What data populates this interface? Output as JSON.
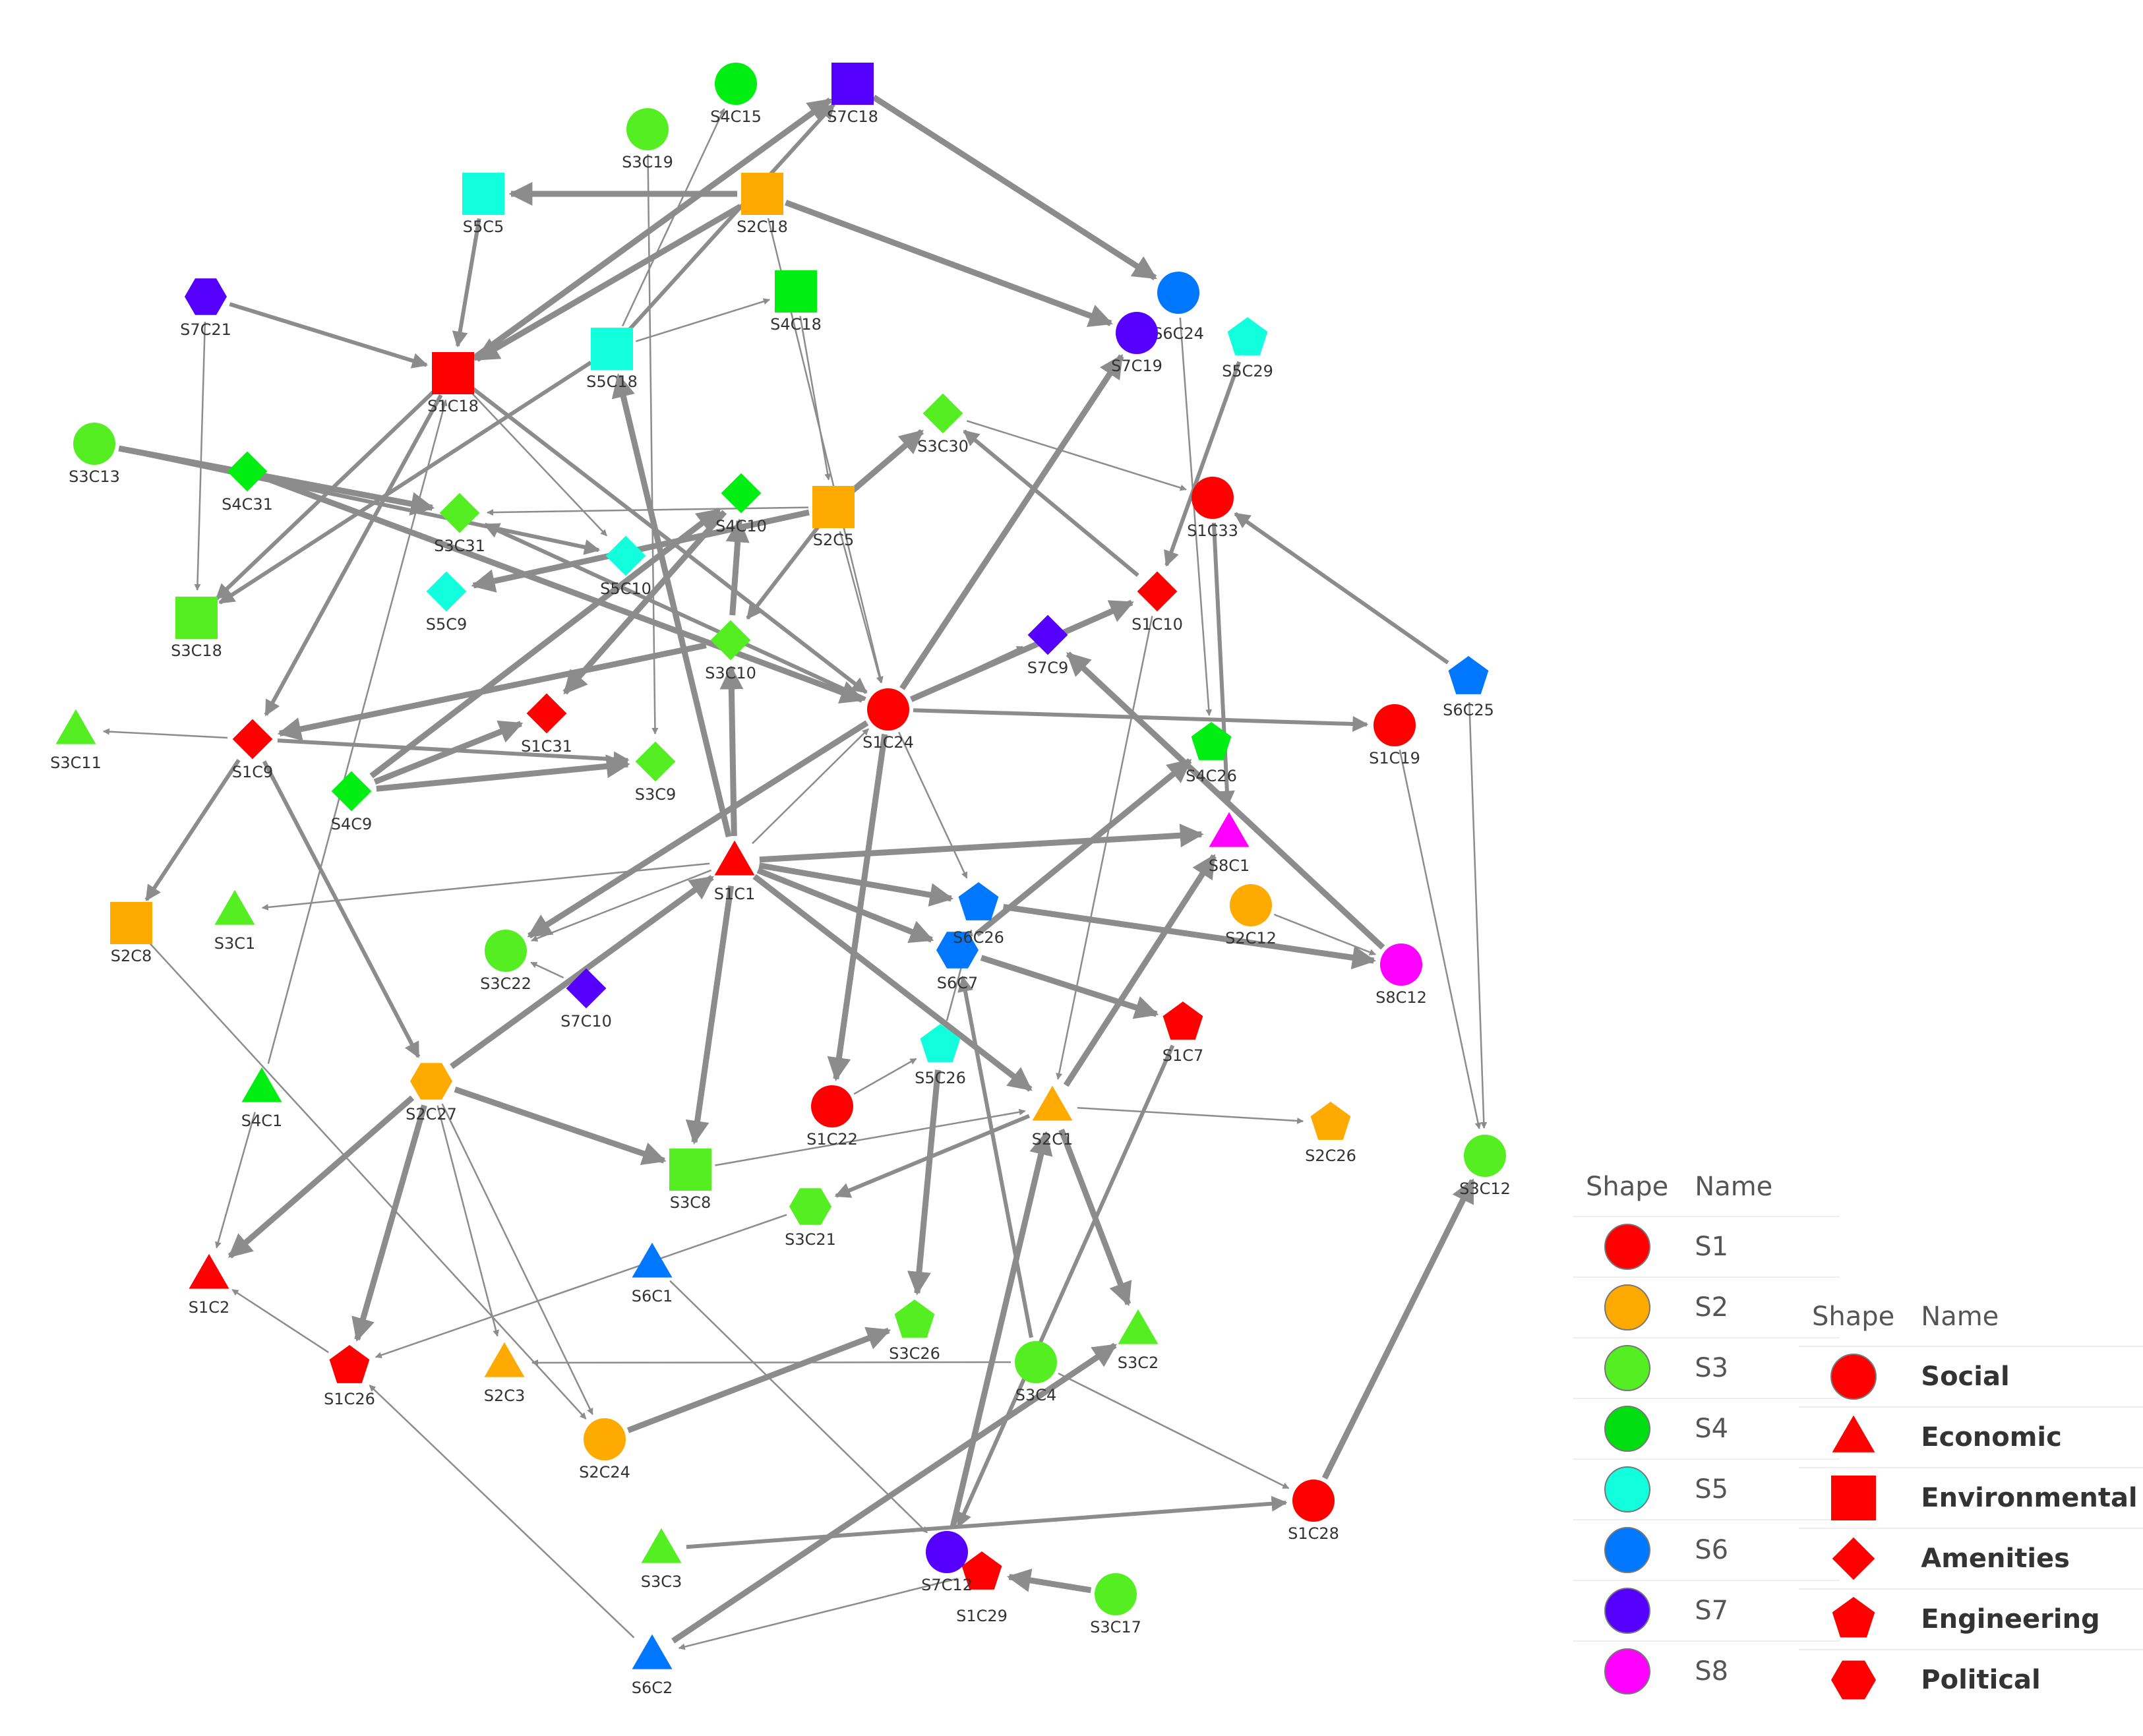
{
  "colors": {
    "S1": "#ff0000",
    "S2": "#ffaa00",
    "S3": "#55ee22",
    "S4": "#00ee11",
    "S5": "#11ffdd",
    "S6": "#0077ff",
    "S7": "#5500ff",
    "S8": "#ff00ff",
    "edge": "#8c8c8c"
  },
  "nodes": [
    {
      "id": "S1C1",
      "group": "S1",
      "shape": "triangle"
    },
    {
      "id": "S1C2",
      "group": "S1",
      "shape": "triangle"
    },
    {
      "id": "S1C7",
      "group": "S1",
      "shape": "pentagon"
    },
    {
      "id": "S1C9",
      "group": "S1",
      "shape": "diamond"
    },
    {
      "id": "S1C10",
      "group": "S1",
      "shape": "diamond"
    },
    {
      "id": "S1C18",
      "group": "S1",
      "shape": "square"
    },
    {
      "id": "S1C19",
      "group": "S1",
      "shape": "circle"
    },
    {
      "id": "S1C22",
      "group": "S1",
      "shape": "circle"
    },
    {
      "id": "S1C24",
      "group": "S1",
      "shape": "circle"
    },
    {
      "id": "S1C26",
      "group": "S1",
      "shape": "pentagon"
    },
    {
      "id": "S1C28",
      "group": "S1",
      "shape": "circle"
    },
    {
      "id": "S1C29",
      "group": "S1",
      "shape": "pentagon"
    },
    {
      "id": "S1C31",
      "group": "S1",
      "shape": "diamond"
    },
    {
      "id": "S1C33",
      "group": "S1",
      "shape": "circle"
    },
    {
      "id": "S2C1",
      "group": "S2",
      "shape": "triangle"
    },
    {
      "id": "S2C3",
      "group": "S2",
      "shape": "triangle"
    },
    {
      "id": "S2C5",
      "group": "S2",
      "shape": "square"
    },
    {
      "id": "S2C8",
      "group": "S2",
      "shape": "square"
    },
    {
      "id": "S2C12",
      "group": "S2",
      "shape": "circle"
    },
    {
      "id": "S2C18",
      "group": "S2",
      "shape": "square"
    },
    {
      "id": "S2C24",
      "group": "S2",
      "shape": "circle"
    },
    {
      "id": "S2C26",
      "group": "S2",
      "shape": "pentagon"
    },
    {
      "id": "S2C27",
      "group": "S2",
      "shape": "hexagon"
    },
    {
      "id": "S3C1",
      "group": "S3",
      "shape": "triangle"
    },
    {
      "id": "S3C2",
      "group": "S3",
      "shape": "triangle"
    },
    {
      "id": "S3C3",
      "group": "S3",
      "shape": "triangle"
    },
    {
      "id": "S3C4",
      "group": "S3",
      "shape": "circle"
    },
    {
      "id": "S3C8",
      "group": "S3",
      "shape": "square"
    },
    {
      "id": "S3C9",
      "group": "S3",
      "shape": "diamond"
    },
    {
      "id": "S3C10",
      "group": "S3",
      "shape": "diamond"
    },
    {
      "id": "S3C11",
      "group": "S3",
      "shape": "triangle"
    },
    {
      "id": "S3C12",
      "group": "S3",
      "shape": "circle"
    },
    {
      "id": "S3C13",
      "group": "S3",
      "shape": "circle"
    },
    {
      "id": "S3C17",
      "group": "S3",
      "shape": "circle"
    },
    {
      "id": "S3C18",
      "group": "S3",
      "shape": "square"
    },
    {
      "id": "S3C19",
      "group": "S3",
      "shape": "circle"
    },
    {
      "id": "S3C21",
      "group": "S3",
      "shape": "hexagon"
    },
    {
      "id": "S3C22",
      "group": "S3",
      "shape": "circle"
    },
    {
      "id": "S3C26",
      "group": "S3",
      "shape": "pentagon"
    },
    {
      "id": "S3C30",
      "group": "S3",
      "shape": "diamond"
    },
    {
      "id": "S3C31",
      "group": "S3",
      "shape": "diamond"
    },
    {
      "id": "S4C1",
      "group": "S4",
      "shape": "triangle"
    },
    {
      "id": "S4C9",
      "group": "S4",
      "shape": "diamond"
    },
    {
      "id": "S4C10",
      "group": "S4",
      "shape": "diamond"
    },
    {
      "id": "S4C15",
      "group": "S4",
      "shape": "circle"
    },
    {
      "id": "S4C18",
      "group": "S4",
      "shape": "square"
    },
    {
      "id": "S4C26",
      "group": "S4",
      "shape": "pentagon"
    },
    {
      "id": "S4C31",
      "group": "S4",
      "shape": "diamond"
    },
    {
      "id": "S5C5",
      "group": "S5",
      "shape": "square"
    },
    {
      "id": "S5C9",
      "group": "S5",
      "shape": "diamond"
    },
    {
      "id": "S5C10",
      "group": "S5",
      "shape": "diamond"
    },
    {
      "id": "S5C18",
      "group": "S5",
      "shape": "square"
    },
    {
      "id": "S5C26",
      "group": "S5",
      "shape": "pentagon"
    },
    {
      "id": "S5C29",
      "group": "S5",
      "shape": "pentagon"
    },
    {
      "id": "S6C1",
      "group": "S6",
      "shape": "triangle"
    },
    {
      "id": "S6C2",
      "group": "S6",
      "shape": "triangle"
    },
    {
      "id": "S6C7",
      "group": "S6",
      "shape": "hexagon"
    },
    {
      "id": "S6C24",
      "group": "S6",
      "shape": "circle"
    },
    {
      "id": "S6C25",
      "group": "S6",
      "shape": "pentagon"
    },
    {
      "id": "S6C26",
      "group": "S6",
      "shape": "pentagon"
    },
    {
      "id": "S7C9",
      "group": "S7",
      "shape": "diamond"
    },
    {
      "id": "S7C10",
      "group": "S7",
      "shape": "diamond"
    },
    {
      "id": "S7C12",
      "group": "S7",
      "shape": "circle"
    },
    {
      "id": "S7C18",
      "group": "S7",
      "shape": "square"
    },
    {
      "id": "S7C19",
      "group": "S7",
      "shape": "circle"
    },
    {
      "id": "S7C21",
      "group": "S7",
      "shape": "hexagon"
    },
    {
      "id": "S8C1",
      "group": "S8",
      "shape": "triangle"
    },
    {
      "id": "S8C12",
      "group": "S8",
      "shape": "circle"
    }
  ],
  "edges": [
    {
      "source": "S3C13",
      "target": "S3C31",
      "weight": 3
    },
    {
      "source": "S3C13",
      "target": "S5C10",
      "weight": 2
    },
    {
      "source": "S7C21",
      "target": "S1C18",
      "weight": 2
    },
    {
      "source": "S7C21",
      "target": "S3C18",
      "weight": 1
    },
    {
      "source": "S5C5",
      "target": "S1C18",
      "weight": 2
    },
    {
      "source": "S2C18",
      "target": "S5C5",
      "weight": 3
    },
    {
      "source": "S2C18",
      "target": "S1C18",
      "weight": 3
    },
    {
      "source": "S2C18",
      "target": "S7C19",
      "weight": 3
    },
    {
      "source": "S2C18",
      "target": "S1C24",
      "weight": 1
    },
    {
      "source": "S5C18",
      "target": "S7C18",
      "weight": 2
    },
    {
      "source": "S5C18",
      "target": "S4C15",
      "weight": 1
    },
    {
      "source": "S5C18",
      "target": "S4C18",
      "weight": 1
    },
    {
      "source": "S5C18",
      "target": "S3C18",
      "weight": 2
    },
    {
      "source": "S1C18",
      "target": "S7C18",
      "weight": 3
    },
    {
      "source": "S1C18",
      "target": "S5C10",
      "weight": 1
    },
    {
      "source": "S1C18",
      "target": "S1C9",
      "weight": 2
    },
    {
      "source": "S1C18",
      "target": "S3C18",
      "weight": 2
    },
    {
      "source": "S1C18",
      "target": "S1C24",
      "weight": 2
    },
    {
      "source": "S3C19",
      "target": "S3C9",
      "weight": 1
    },
    {
      "source": "S7C18",
      "target": "S6C24",
      "weight": 3
    },
    {
      "source": "S4C18",
      "target": "S2C5",
      "weight": 1
    },
    {
      "source": "S2C5",
      "target": "S3C30",
      "weight": 3
    },
    {
      "source": "S2C5",
      "target": "S3C31",
      "weight": 1
    },
    {
      "source": "S2C5",
      "target": "S5C9",
      "weight": 3
    },
    {
      "source": "S2C5",
      "target": "S1C24",
      "weight": 1
    },
    {
      "source": "S2C5",
      "target": "S3C10",
      "weight": 2
    },
    {
      "source": "S4C31",
      "target": "S1C24",
      "weight": 3
    },
    {
      "source": "S4C10",
      "target": "S1C31",
      "weight": 3
    },
    {
      "source": "S3C10",
      "target": "S4C10",
      "weight": 3
    },
    {
      "source": "S3C10",
      "target": "S1C9",
      "weight": 3
    },
    {
      "source": "S1C24",
      "target": "S1C10",
      "weight": 3
    },
    {
      "source": "S1C24",
      "target": "S1C19",
      "weight": 2
    },
    {
      "source": "S1C24",
      "target": "S7C19",
      "weight": 3
    },
    {
      "source": "S1C24",
      "target": "S1C22",
      "weight": 3
    },
    {
      "source": "S1C24",
      "target": "S3C22",
      "weight": 3
    },
    {
      "source": "S1C24",
      "target": "S3C31",
      "weight": 2
    },
    {
      "source": "S1C24",
      "target": "S6C26",
      "weight": 1
    },
    {
      "source": "S1C24",
      "target": "S7C9",
      "weight": 1
    },
    {
      "source": "S1C10",
      "target": "S3C30",
      "weight": 2
    },
    {
      "source": "S1C10",
      "target": "S2C1",
      "weight": 1
    },
    {
      "source": "S6C25",
      "target": "S1C33",
      "weight": 2
    },
    {
      "source": "S6C25",
      "target": "S3C12",
      "weight": 1
    },
    {
      "source": "S1C19",
      "target": "S3C12",
      "weight": 1
    },
    {
      "source": "S1C1",
      "target": "S5C18",
      "weight": 3
    },
    {
      "source": "S1C1",
      "target": "S3C10",
      "weight": 3
    },
    {
      "source": "S1C1",
      "target": "S8C1",
      "weight": 3
    },
    {
      "source": "S1C1",
      "target": "S6C26",
      "weight": 3
    },
    {
      "source": "S1C1",
      "target": "S6C7",
      "weight": 3
    },
    {
      "source": "S1C1",
      "target": "S2C1",
      "weight": 3
    },
    {
      "source": "S1C1",
      "target": "S3C8",
      "weight": 3
    },
    {
      "source": "S1C1",
      "target": "S3C1",
      "weight": 1
    },
    {
      "source": "S1C1",
      "target": "S3C22",
      "weight": 1
    },
    {
      "source": "S1C1",
      "target": "S1C24",
      "weight": 1
    },
    {
      "source": "S4C9",
      "target": "S1C31",
      "weight": 3
    },
    {
      "source": "S4C9",
      "target": "S3C9",
      "weight": 3
    },
    {
      "source": "S4C9",
      "target": "S4C10",
      "weight": 3
    },
    {
      "source": "S1C9",
      "target": "S3C11",
      "weight": 1
    },
    {
      "source": "S1C9",
      "target": "S2C8",
      "weight": 2
    },
    {
      "source": "S1C9",
      "target": "S2C27",
      "weight": 2
    },
    {
      "source": "S1C9",
      "target": "S3C9",
      "weight": 2
    },
    {
      "source": "S2C27",
      "target": "S1C2",
      "weight": 3
    },
    {
      "source": "S2C27",
      "target": "S1C26",
      "weight": 3
    },
    {
      "source": "S2C27",
      "target": "S3C8",
      "weight": 3
    },
    {
      "source": "S2C27",
      "target": "S1C1",
      "weight": 3
    },
    {
      "source": "S2C27",
      "target": "S2C3",
      "weight": 1
    },
    {
      "source": "S2C27",
      "target": "S2C24",
      "weight": 1
    },
    {
      "source": "S6C7",
      "target": "S4C26",
      "weight": 3
    },
    {
      "source": "S6C7",
      "target": "S1C7",
      "weight": 3
    },
    {
      "source": "S6C26",
      "target": "S8C12",
      "weight": 3
    },
    {
      "source": "S8C12",
      "target": "S7C9",
      "weight": 3
    },
    {
      "source": "S2C1",
      "target": "S8C1",
      "weight": 3
    },
    {
      "source": "S2C1",
      "target": "S3C2",
      "weight": 3
    },
    {
      "source": "S2C1",
      "target": "S2C26",
      "weight": 1
    },
    {
      "source": "S2C1",
      "target": "S3C21",
      "weight": 2
    },
    {
      "source": "S5C26",
      "target": "S3C26",
      "weight": 3
    },
    {
      "source": "S5C26",
      "target": "S6C26",
      "weight": 1
    },
    {
      "source": "S1C22",
      "target": "S5C26",
      "weight": 1
    },
    {
      "source": "S3C8",
      "target": "S2C1",
      "weight": 1
    },
    {
      "source": "S3C4",
      "target": "S6C7",
      "weight": 2
    },
    {
      "source": "S3C4",
      "target": "S2C3",
      "weight": 1
    },
    {
      "source": "S3C4",
      "target": "S1C28",
      "weight": 1
    },
    {
      "source": "S2C24",
      "target": "S3C26",
      "weight": 3
    },
    {
      "source": "S3C3",
      "target": "S1C28",
      "weight": 2
    },
    {
      "source": "S6C2",
      "target": "S3C2",
      "weight": 3
    },
    {
      "source": "S6C2",
      "target": "S1C26",
      "weight": 1
    },
    {
      "source": "S7C12",
      "target": "S2C1",
      "weight": 3
    },
    {
      "source": "S3C17",
      "target": "S1C29",
      "weight": 3
    },
    {
      "source": "S1C29",
      "target": "S6C2",
      "weight": 1
    },
    {
      "source": "S1C28",
      "target": "S3C12",
      "weight": 3
    },
    {
      "source": "S1C7",
      "target": "S7C12",
      "weight": 2
    },
    {
      "source": "S4C1",
      "target": "S1C2",
      "weight": 1
    },
    {
      "source": "S4C1",
      "target": "S1C18",
      "weight": 1
    },
    {
      "source": "S2C8",
      "target": "S2C24",
      "weight": 1
    },
    {
      "source": "S1C26",
      "target": "S1C2",
      "weight": 1
    },
    {
      "source": "S7C10",
      "target": "S3C22",
      "weight": 1
    },
    {
      "source": "S2C12",
      "target": "S8C12",
      "weight": 1
    },
    {
      "source": "S6C1",
      "target": "S7C12",
      "weight": 1
    },
    {
      "source": "S3C21",
      "target": "S1C26",
      "weight": 1
    },
    {
      "source": "S3C30",
      "target": "S1C33",
      "weight": 1
    },
    {
      "source": "S1C33",
      "target": "S8C1",
      "weight": 2
    },
    {
      "source": "S6C24",
      "target": "S4C26",
      "weight": 1
    },
    {
      "source": "S5C29",
      "target": "S1C10",
      "weight": 2
    }
  ],
  "legend_groups": {
    "header_shape": "Shape",
    "header_name": "Name",
    "items": [
      {
        "label": "S1",
        "color": "#ff0000"
      },
      {
        "label": "S2",
        "color": "#ffaa00"
      },
      {
        "label": "S3",
        "color": "#55ee22"
      },
      {
        "label": "S4",
        "color": "#00dd11"
      },
      {
        "label": "S5",
        "color": "#11ffdd"
      },
      {
        "label": "S6",
        "color": "#0077ff"
      },
      {
        "label": "S7",
        "color": "#5500ff"
      },
      {
        "label": "S8",
        "color": "#ff00ff"
      }
    ]
  },
  "legend_types": {
    "header_shape": "Shape",
    "header_name": "Name",
    "items": [
      {
        "label": "Social",
        "shape": "circle"
      },
      {
        "label": "Economic",
        "shape": "triangle"
      },
      {
        "label": "Environmental",
        "shape": "square"
      },
      {
        "label": "Amenities",
        "shape": "diamond"
      },
      {
        "label": "Engineering",
        "shape": "pentagon"
      },
      {
        "label": "Political",
        "shape": "hexagon"
      }
    ],
    "color": "#ff0000"
  }
}
